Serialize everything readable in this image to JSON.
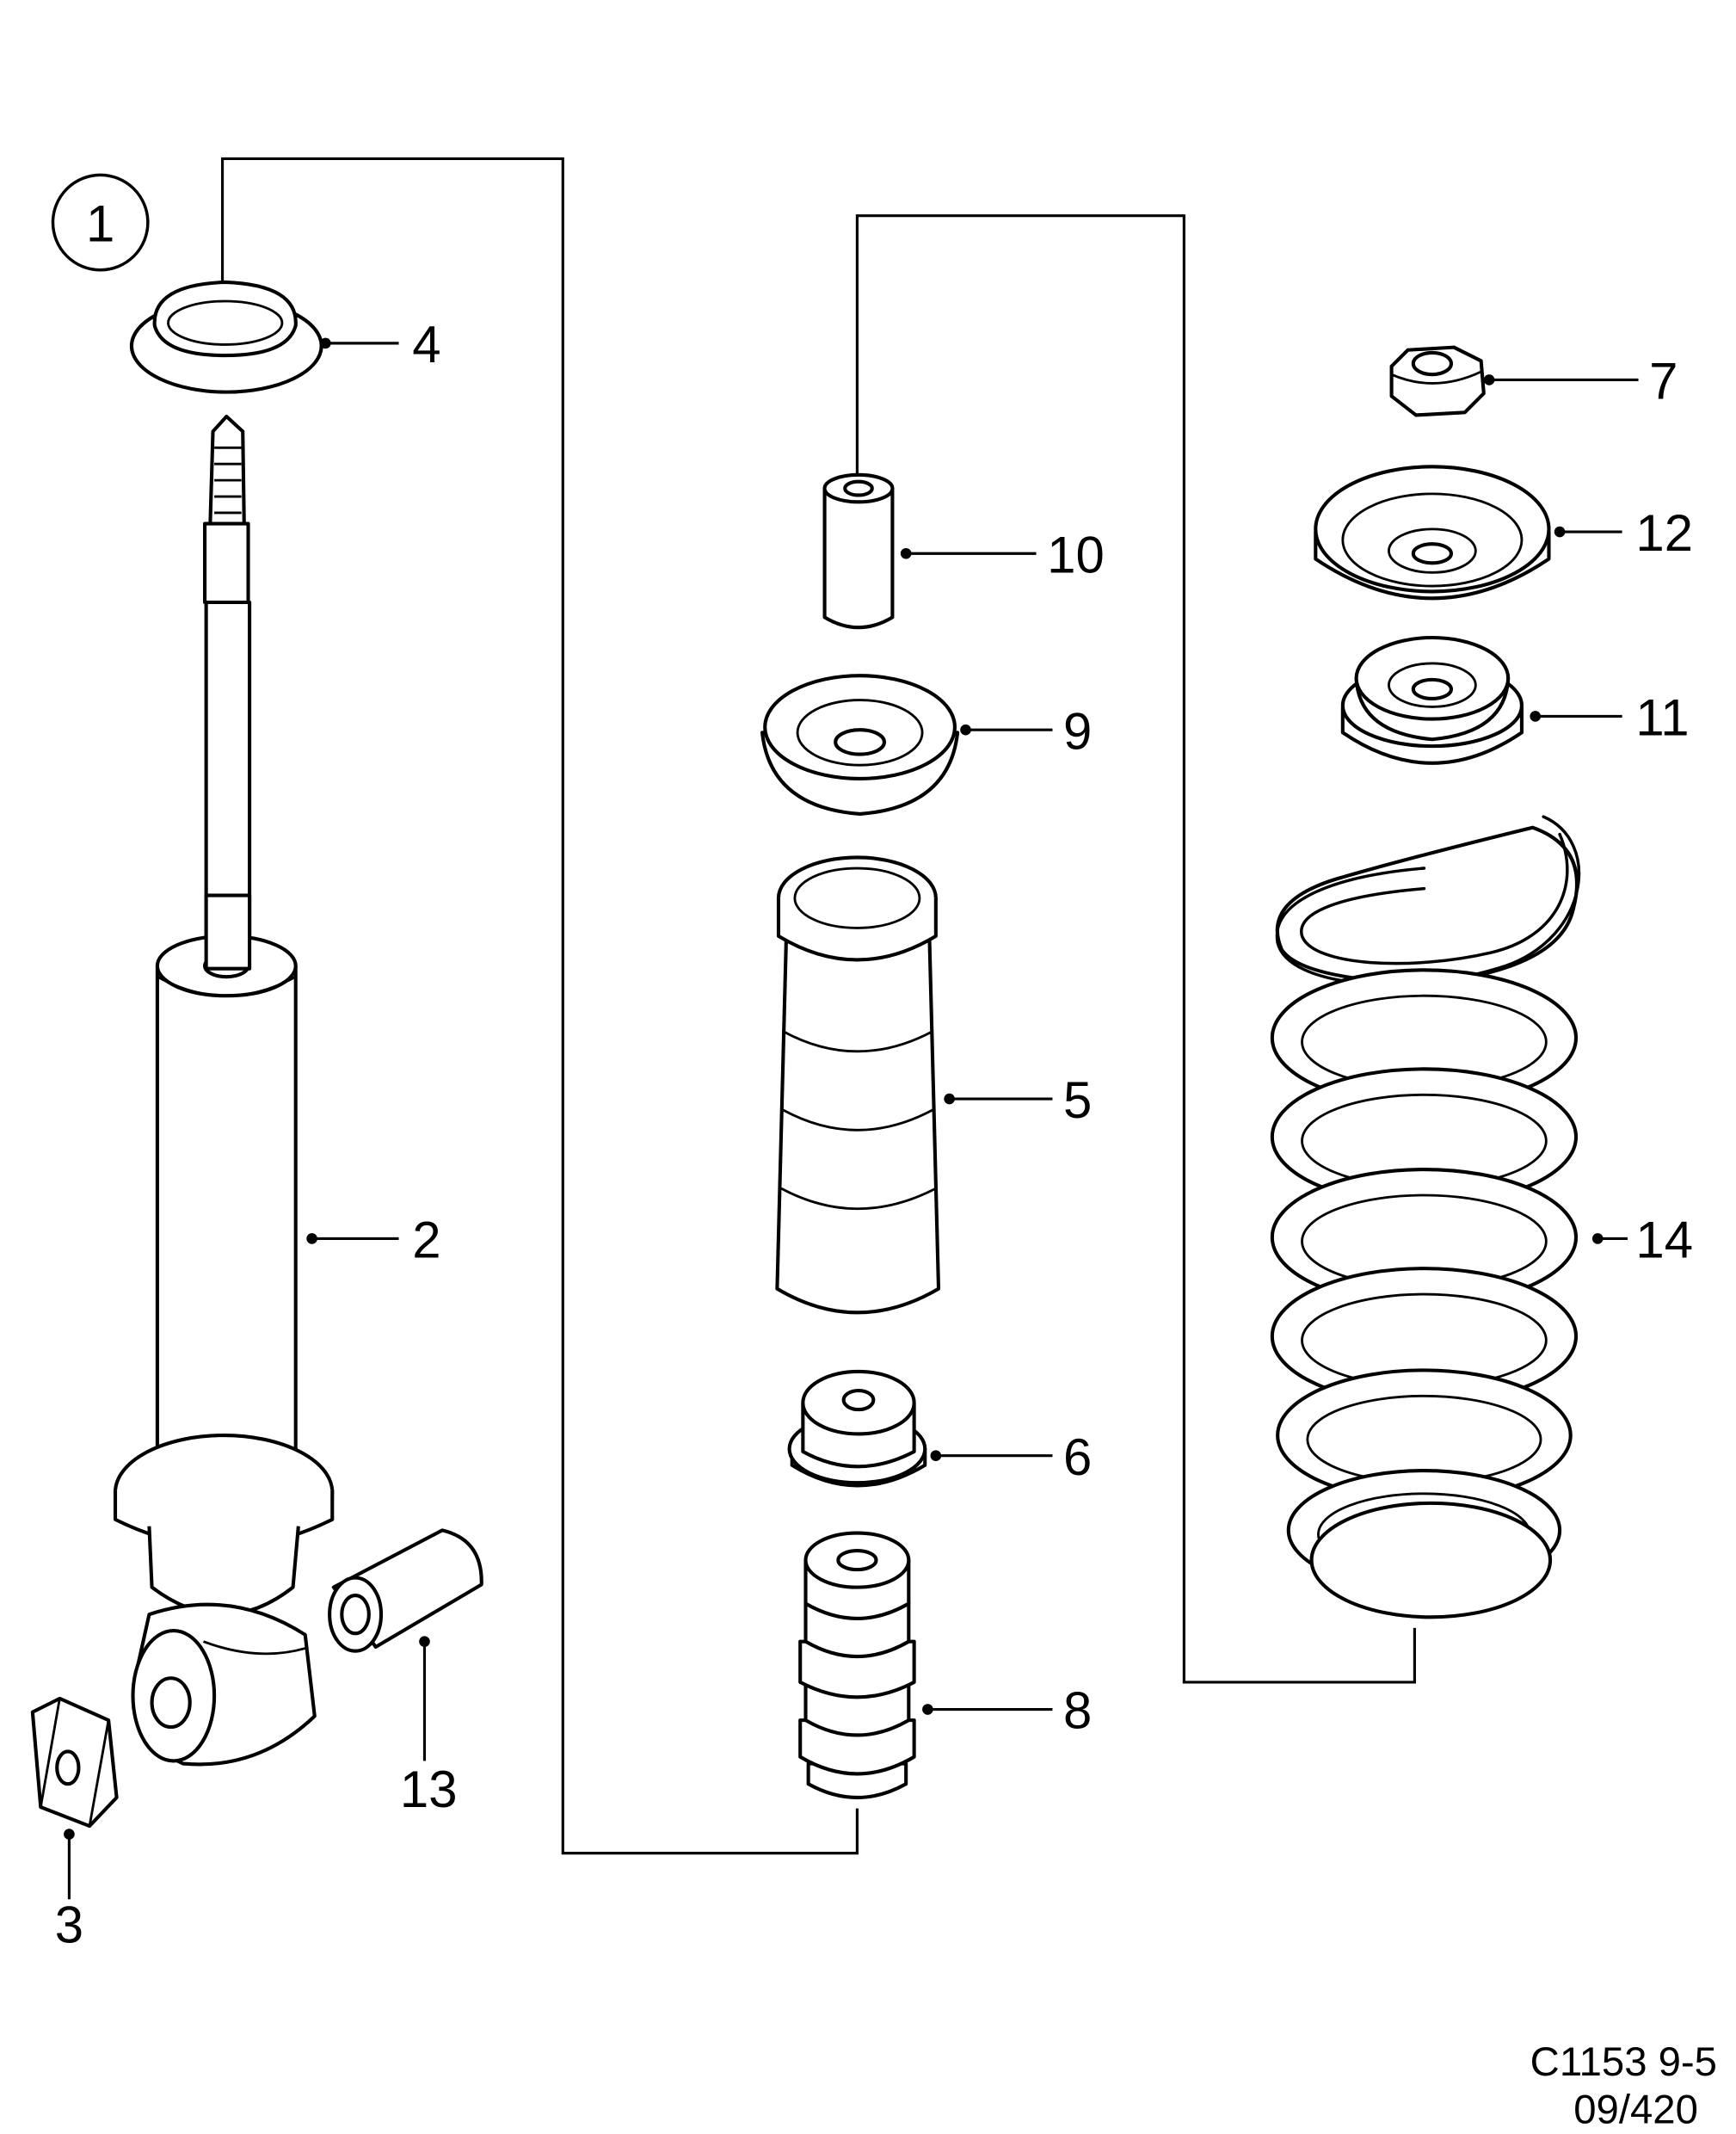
{
  "callouts": {
    "1": "1",
    "2": "2",
    "3": "3",
    "4": "4",
    "5": "5",
    "6": "6",
    "7": "7",
    "8": "8",
    "9": "9",
    "10": "10",
    "11": "11",
    "12": "12",
    "13": "13",
    "14": "14"
  },
  "reference": {
    "line1": "C1153 9-5",
    "line2": "09/420"
  }
}
